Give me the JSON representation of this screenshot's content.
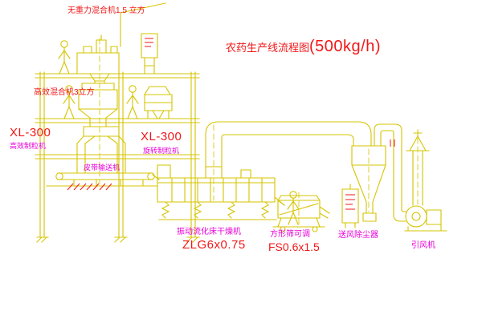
{
  "diagram": {
    "title": "农药生产线流程图",
    "title_capacity": "(500kg/h)",
    "equipment": {
      "top_mixer": "无重力混合机1.5 立方",
      "floor_mixer": "高效混合机3立方",
      "granulator_left_model": "XL-300",
      "granulator_left_name": "高效制粒机",
      "granulator_right_model": "XL-300",
      "granulator_right_name": "旋转制粒机",
      "belt_conveyor": "皮带输送机",
      "dryer_name": "振动流化床干燥机",
      "dryer_model": "ZLG6x0.75",
      "sieve_name": "方形筛可调",
      "sieve_model": "FS0.6x1.5",
      "blower_dust": "送风除尘器",
      "induced_fan": "引风机"
    },
    "colors": {
      "cad_yellow": "#d6c400",
      "label_red": "#f01818",
      "label_magenta": "#e800d8",
      "background": "#ffffff"
    }
  }
}
